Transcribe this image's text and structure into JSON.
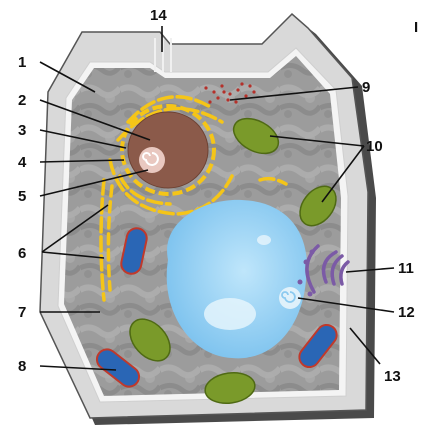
{
  "figure": {
    "corner_glyph": "I",
    "colors": {
      "cell_wall": "#d9d9d9",
      "cell_wall_outline": "#555555",
      "cell_wall_shadow": "#4a4a4a",
      "membrane": "#f4f4f4",
      "cytoplasm": "#9a9a9a",
      "nucleus": "#8b5a4a",
      "nuclear_envelope": "#f5c518",
      "chloroplast": "#7a9a2a",
      "mitochondrion": "#2a66b5",
      "mitochondrion_outline": "#c0392b",
      "vacuole": "#8ccaf0",
      "golgi": "#7b5aa6",
      "ribosomes": "#b5302a"
    },
    "labels": [
      {
        "num": "1"
      },
      {
        "num": "2"
      },
      {
        "num": "3"
      },
      {
        "num": "4"
      },
      {
        "num": "5"
      },
      {
        "num": "6"
      },
      {
        "num": "7"
      },
      {
        "num": "8"
      },
      {
        "num": "9"
      },
      {
        "num": "10"
      },
      {
        "num": "11"
      },
      {
        "num": "12"
      },
      {
        "num": "13"
      },
      {
        "num": "14"
      }
    ]
  }
}
